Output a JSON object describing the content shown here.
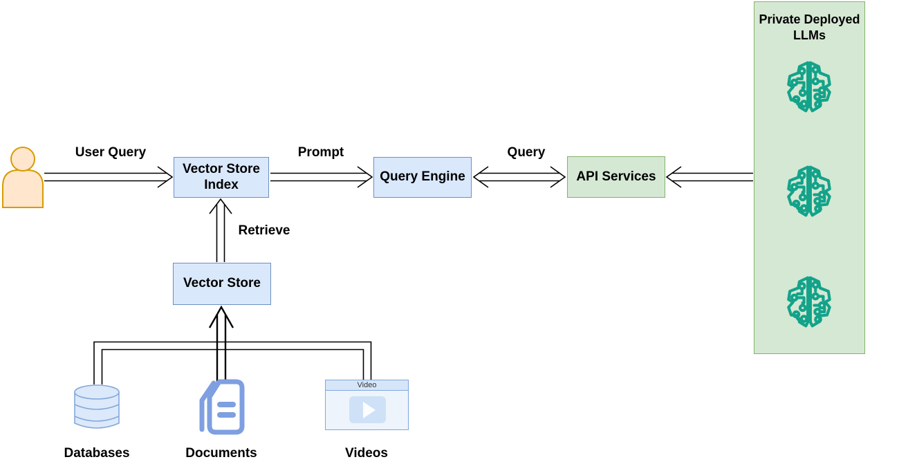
{
  "edge_labels": {
    "user_query": "User Query",
    "prompt": "Prompt",
    "query": "Query",
    "retrieve": "Retrieve"
  },
  "nodes": {
    "vector_store_index": "Vector Store Index",
    "query_engine": "Query Engine",
    "api_services": "API Services",
    "vector_store": "Vector Store",
    "private_llms_title": "Private Deployed LLMs"
  },
  "sources": {
    "databases": "Databases",
    "documents": "Documents",
    "videos": "Videos",
    "video_player_title": "Video"
  },
  "icons": {
    "user": "person-icon",
    "llms": "ai-brain-circuit-icon",
    "databases": "database-cylinder-icon",
    "documents": "document-pages-icon",
    "videos": "video-player-icon"
  },
  "colors": {
    "node_blue_fill": "#DAE8FC",
    "node_blue_border": "#6C8EBF",
    "green_fill": "#D5E8D4",
    "green_border": "#82B366",
    "person_fill": "#FFE6CC",
    "person_border": "#D79B00",
    "brain_icon": "#13A38A",
    "arrow_stroke": "#000000",
    "doc_icon": "#7E9FE0",
    "db_fill": "#DBE9FB",
    "db_stroke": "#85A8D8",
    "video_border": "#7EA6E0",
    "video_title_fill": "#D6E6F8",
    "video_body_fill": "#EDF4FC",
    "video_button_fill": "#CFE1F7",
    "text": "#000000"
  }
}
